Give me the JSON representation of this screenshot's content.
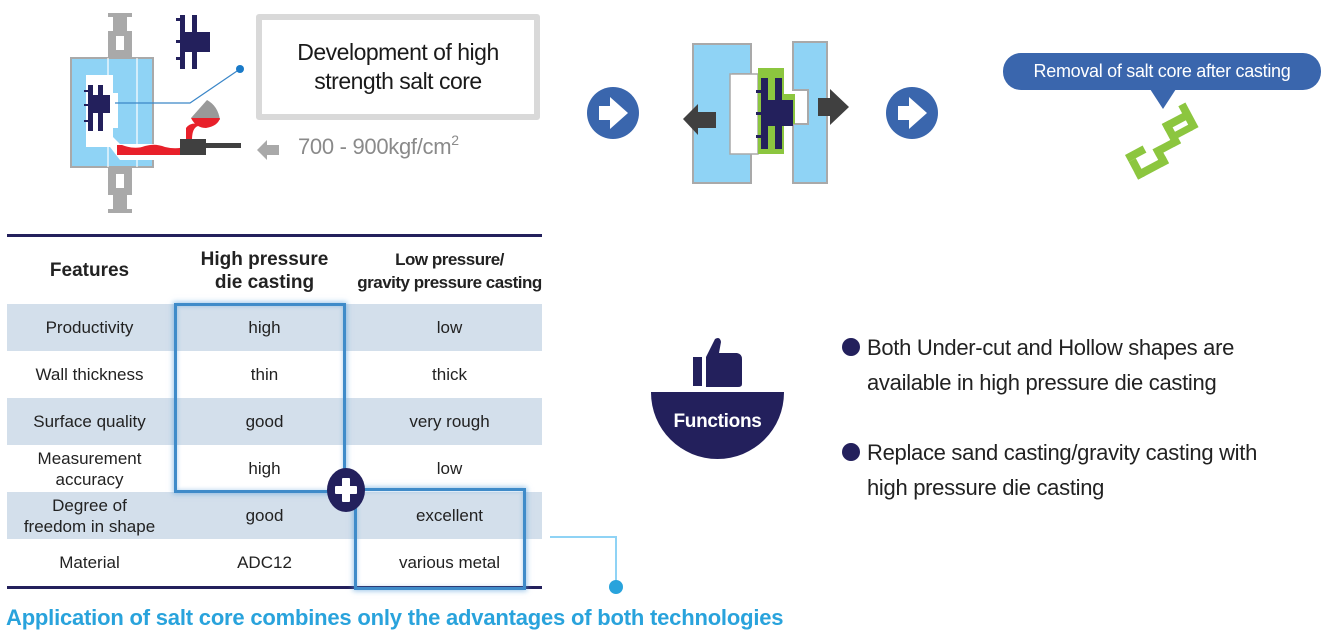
{
  "colors": {
    "navy": "#23205c",
    "mold_blue": "#8fd3f5",
    "mold_border": "#a9a9a9",
    "molten_red": "#e8202a",
    "core_green": "#8cc63f",
    "arrow_circle": "#3a66ad",
    "accent_cyan": "#29a3dc",
    "row_shade": "#d3dfeb",
    "highlight_border": "#3f8bc9"
  },
  "process": {
    "step1_title": "Development of high strength salt core",
    "step1_title_line1": "Development of high",
    "step1_title_line2": "strength salt core",
    "pressure_value": "700 - 900kgf/cm",
    "pressure_exponent": "2",
    "step3_label": "Removal of salt core after casting"
  },
  "table": {
    "headers": {
      "features": "Features",
      "hpdc_line1": "High pressure",
      "hpdc_line2": "die casting",
      "lp_line1": "Low pressure/",
      "lp_line2": "gravity pressure casting"
    },
    "rows": [
      {
        "feature": "Productivity",
        "feature_line2": "",
        "hpdc": "high",
        "lp": "low"
      },
      {
        "feature": "Wall thickness",
        "feature_line2": "",
        "hpdc": "thin",
        "lp": "thick"
      },
      {
        "feature": "Surface quality",
        "feature_line2": "",
        "hpdc": "good",
        "lp": "very rough"
      },
      {
        "feature": "Measurement",
        "feature_line2": "accuracy",
        "hpdc": "high",
        "lp": "low"
      },
      {
        "feature": "Degree of",
        "feature_line2": "freedom in shape",
        "hpdc": "good",
        "lp": "excellent"
      },
      {
        "feature": "Material",
        "feature_line2": "",
        "hpdc": "ADC12",
        "lp": "various metal"
      }
    ]
  },
  "footer": "Application of salt core combines only the advantages of both technologies",
  "functions": {
    "label": "Functions",
    "bullets": [
      {
        "line1": "Both Under-cut and Hollow shapes are",
        "line2": "available in high pressure die casting"
      },
      {
        "line1": "Replace sand casting/gravity casting with",
        "line2": "high pressure die casting"
      }
    ]
  }
}
